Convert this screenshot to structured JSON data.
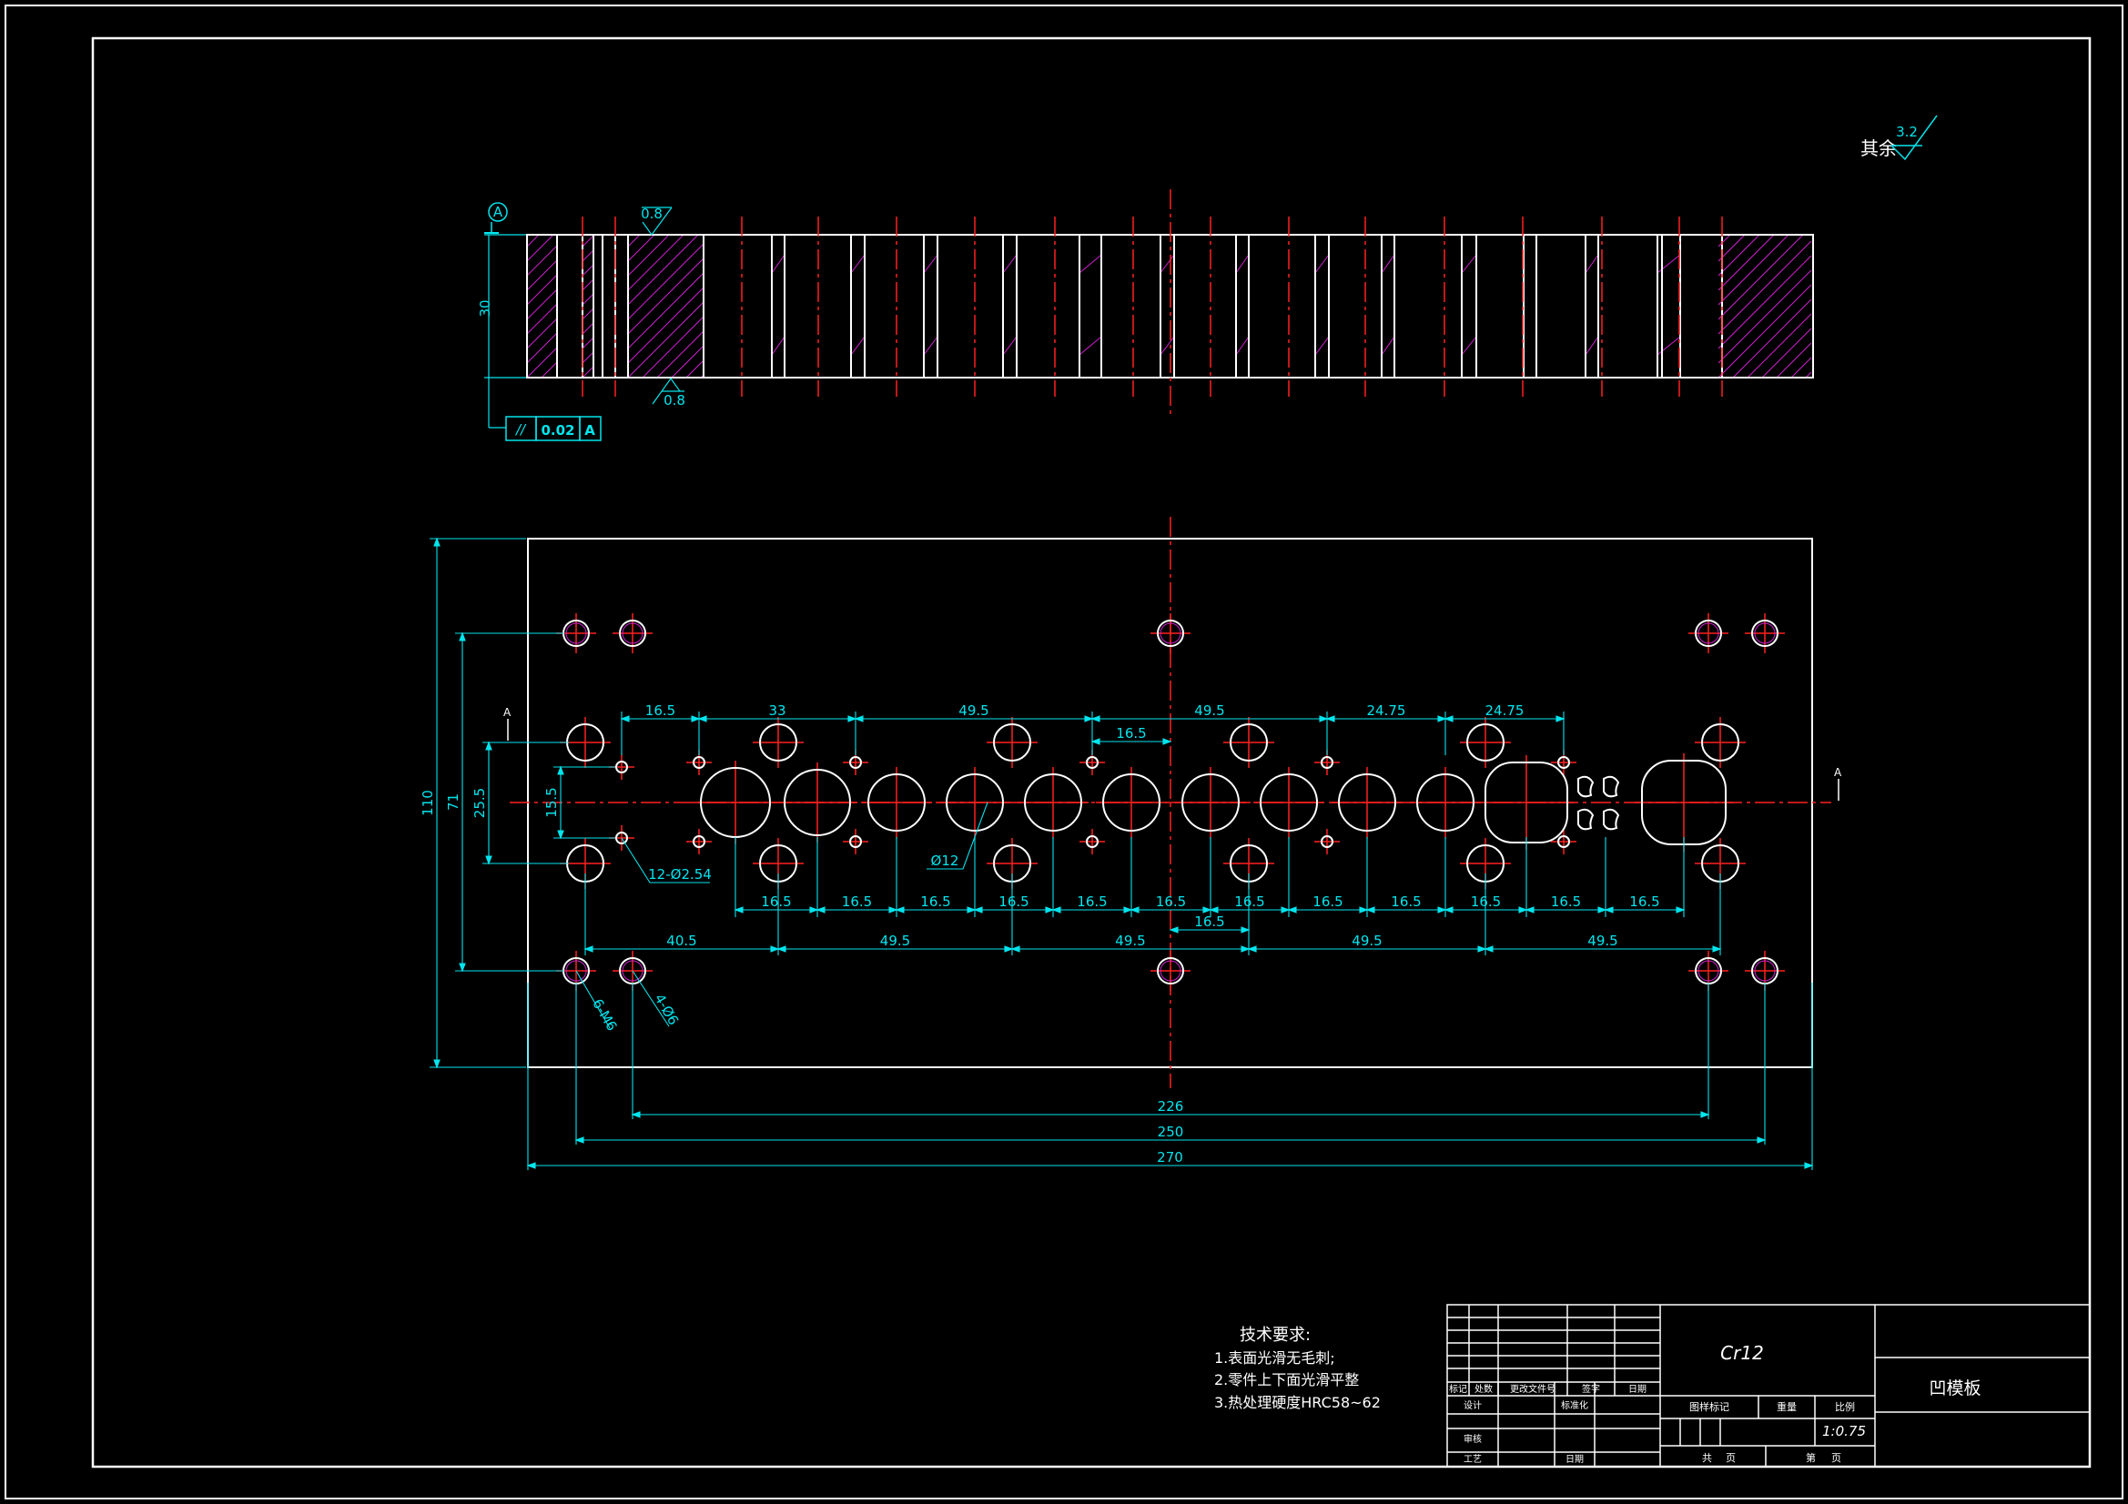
{
  "drawing": {
    "title": "凹模板",
    "material": "Cr12",
    "scale": "1:0.75"
  },
  "top_view": {
    "datum_label": "A",
    "thickness_dim": "30",
    "roughness_top": "0.8",
    "roughness_bottom": "0.8",
    "tolerance_frame": {
      "symbol": "//",
      "value": "0.02",
      "datum": "A"
    }
  },
  "roughness_note": {
    "label": "其余",
    "value": "3.2"
  },
  "plan_view": {
    "top_dims": [
      "16.5",
      "33",
      "49.5",
      "16.5",
      "49.5",
      "24.75",
      "24.75"
    ],
    "bottom_dims": [
      "16.5",
      "16.5",
      "16.5",
      "16.5",
      "16.5",
      "16.5",
      "16.5",
      "16.5",
      "16.5",
      "16.5",
      "16.5",
      "16.5",
      "16.5"
    ],
    "mid_dim": "16.5",
    "row_dims": [
      "40.5",
      "49.5",
      "49.5",
      "49.5",
      "49.5"
    ],
    "overall_dims": [
      "226",
      "250",
      "270"
    ],
    "vertical_dims": [
      "110",
      "71",
      "25.5",
      "15.5"
    ],
    "hole_callouts": [
      "Ø12",
      "12-Ø2.54",
      "6-M6",
      "4-Ø6"
    ],
    "section_marker": "A"
  },
  "tech_requirements": {
    "heading": "技术要求:",
    "items": [
      "1.表面光滑无毛刺;",
      "2.零件上下面光滑平整",
      "3.热处理硬度HRC58~62"
    ]
  },
  "title_block": {
    "rev_labels": [
      "标记",
      "处数",
      "更改文件号",
      "签字",
      "日期"
    ],
    "design_label": "设计",
    "standard_label": "标准化",
    "check_label": "审核",
    "process_label": "工艺",
    "date_label": "日期",
    "stage_label": "图样标记",
    "weight_label": "重量",
    "scale_label": "比例",
    "sheet_label": "共",
    "sheet_unit": "页",
    "of_label": "第",
    "of_unit": "页"
  }
}
